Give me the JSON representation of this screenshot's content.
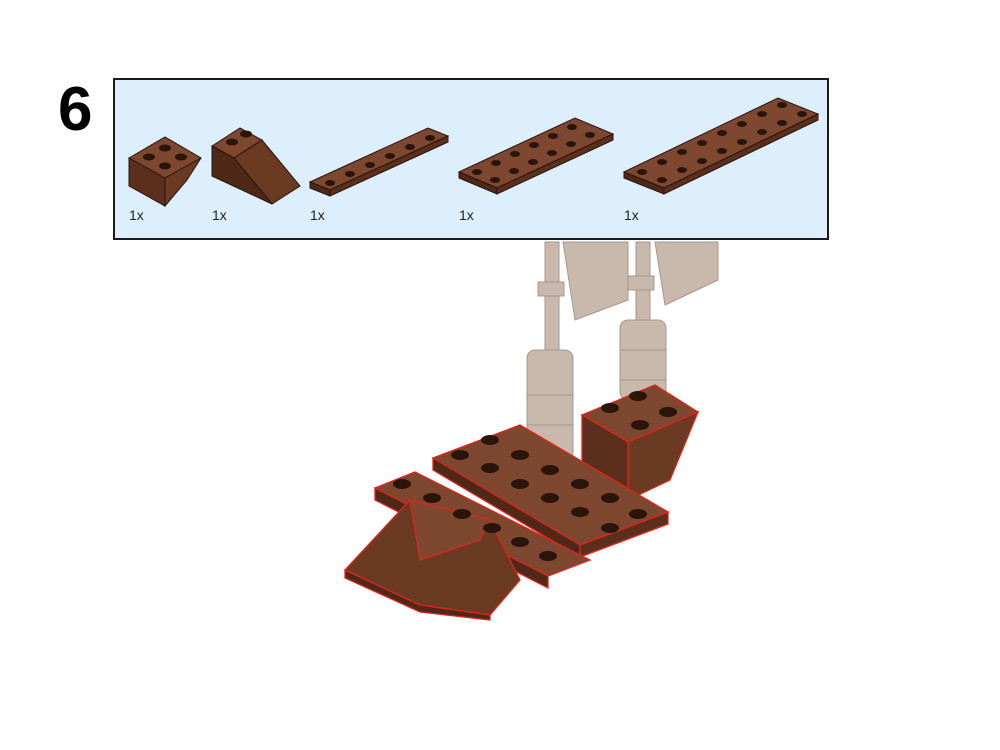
{
  "step": {
    "number": "6"
  },
  "parts": [
    {
      "name": "slope-brick-inverted-2x2",
      "quantity": "1x",
      "color": "#6b3a22"
    },
    {
      "name": "slope-brick-2x3",
      "quantity": "1x",
      "color": "#6b3a22"
    },
    {
      "name": "plate-1x6",
      "quantity": "1x",
      "color": "#6b3a22"
    },
    {
      "name": "plate-2x6",
      "quantity": "1x",
      "color": "#6b3a22"
    },
    {
      "name": "plate-2x8",
      "quantity": "1x",
      "color": "#6b3a22"
    }
  ],
  "colors": {
    "brick": "#6b3a22",
    "brick_dark": "#4a2515",
    "brick_light": "#7d4730",
    "ghost": "#c9b9ad",
    "ghost_dark": "#b3a396",
    "highlight": "#e0241c",
    "panel_bg": "#ddeefc"
  }
}
